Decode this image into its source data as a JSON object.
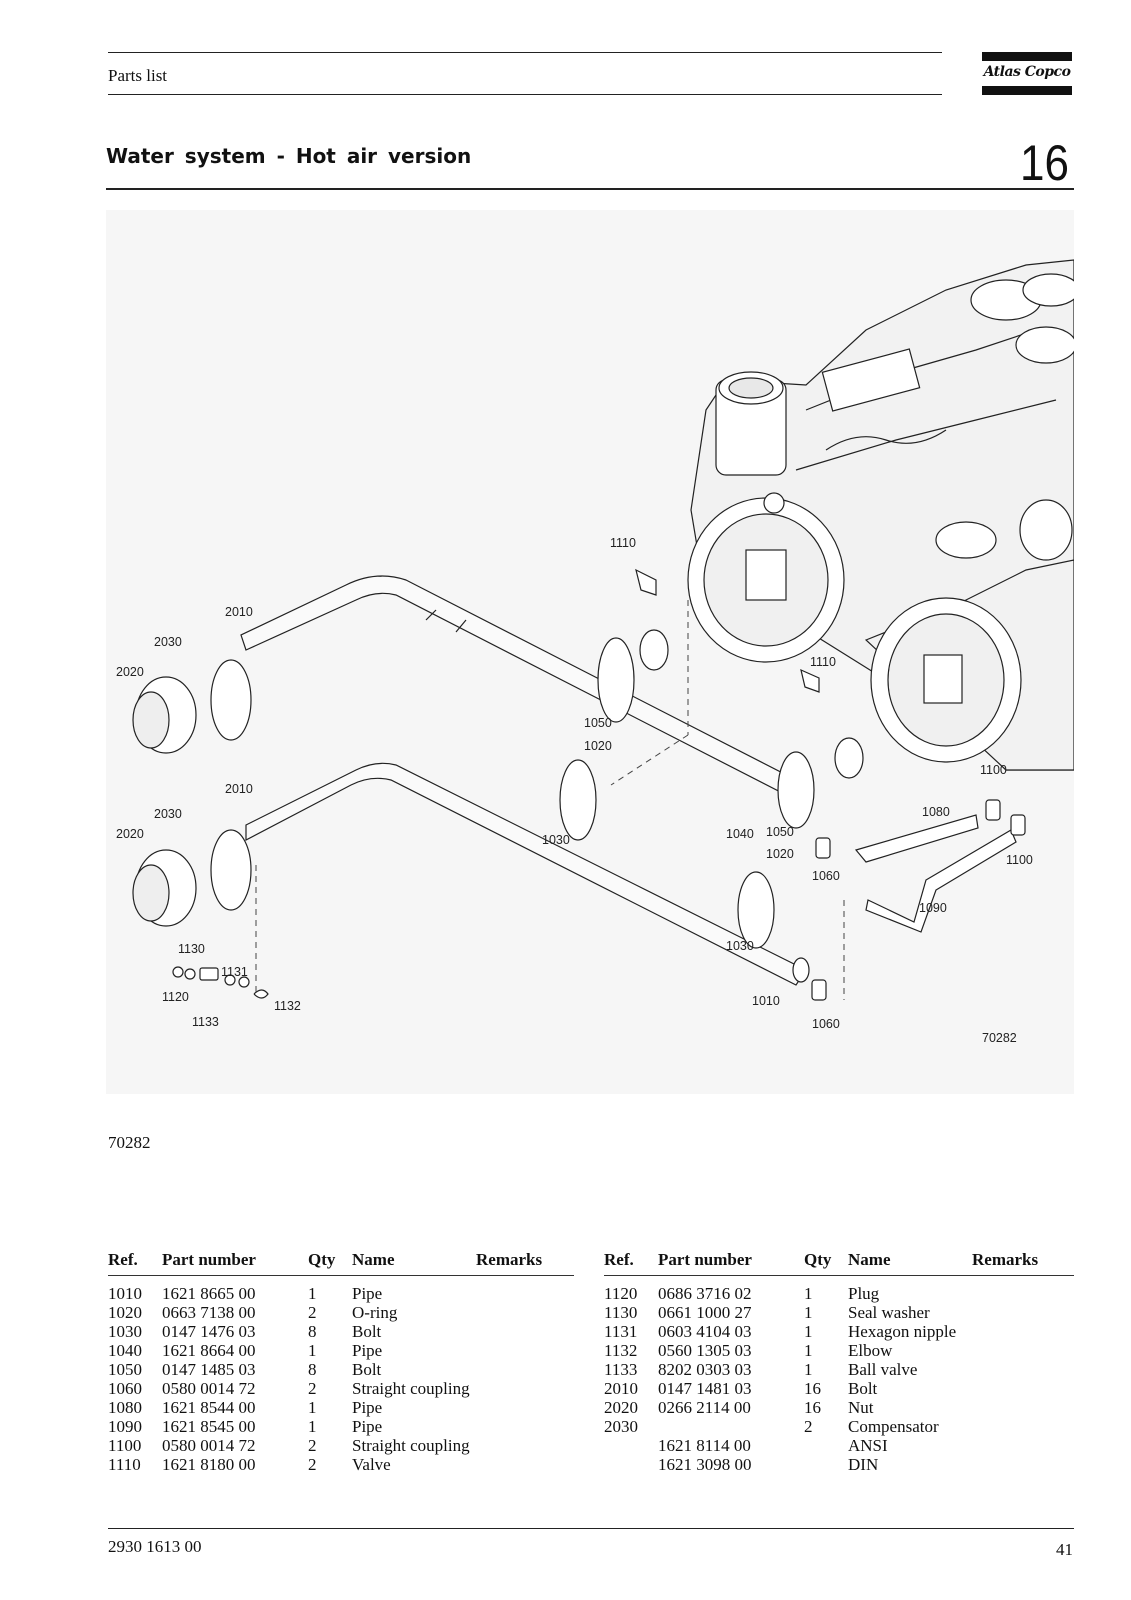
{
  "header": {
    "label": "Parts list",
    "logo_text": "Atlas Copco"
  },
  "title": "Water system - Hot air version",
  "section_number": "16",
  "figure": {
    "callouts": {
      "c1010": "1010",
      "c1020a": "1020",
      "c1020b": "1020",
      "c1030a": "1030",
      "c1030b": "1030",
      "c1040": "1040",
      "c1050a": "1050",
      "c1050b": "1050",
      "c1060a": "1060",
      "c1060b": "1060",
      "c1080": "1080",
      "c1090": "1090",
      "c1100a": "1100",
      "c1100b": "1100",
      "c1110a": "1110",
      "c1110b": "1110",
      "c1120": "1120",
      "c1130": "1130",
      "c1131": "1131",
      "c1132": "1132",
      "c1133": "1133",
      "c2010a": "2010",
      "c2010b": "2010",
      "c2020a": "2020",
      "c2020b": "2020",
      "c2030a": "2030",
      "c2030b": "2030",
      "drawing_no": "70282"
    },
    "caption": "70282"
  },
  "table_headers": {
    "ref": "Ref.",
    "part_number": "Part number",
    "qty": "Qty",
    "name": "Name",
    "remarks": "Remarks"
  },
  "parts_left": [
    {
      "ref": "1010",
      "part_number": "1621 8665 00",
      "qty": "1",
      "name": "Pipe",
      "remarks": ""
    },
    {
      "ref": "1020",
      "part_number": "0663 7138 00",
      "qty": "2",
      "name": "O-ring",
      "remarks": ""
    },
    {
      "ref": "1030",
      "part_number": "0147 1476 03",
      "qty": "8",
      "name": "Bolt",
      "remarks": ""
    },
    {
      "ref": "1040",
      "part_number": "1621 8664 00",
      "qty": "1",
      "name": "Pipe",
      "remarks": ""
    },
    {
      "ref": "1050",
      "part_number": "0147 1485 03",
      "qty": "8",
      "name": "Bolt",
      "remarks": ""
    },
    {
      "ref": "1060",
      "part_number": "0580 0014 72",
      "qty": "2",
      "name": "Straight coupling",
      "remarks": ""
    },
    {
      "ref": "1080",
      "part_number": "1621 8544 00",
      "qty": "1",
      "name": "Pipe",
      "remarks": ""
    },
    {
      "ref": "1090",
      "part_number": "1621 8545 00",
      "qty": "1",
      "name": "Pipe",
      "remarks": ""
    },
    {
      "ref": "1100",
      "part_number": "0580 0014 72",
      "qty": "2",
      "name": "Straight coupling",
      "remarks": ""
    },
    {
      "ref": "1110",
      "part_number": "1621 8180 00",
      "qty": "2",
      "name": "Valve",
      "remarks": ""
    }
  ],
  "parts_right": [
    {
      "ref": "1120",
      "part_number": "0686 3716 02",
      "qty": "1",
      "name": "Plug",
      "remarks": ""
    },
    {
      "ref": "1130",
      "part_number": "0661 1000 27",
      "qty": "1",
      "name": "Seal washer",
      "remarks": ""
    },
    {
      "ref": "1131",
      "part_number": "0603 4104 03",
      "qty": "1",
      "name": "Hexagon nipple",
      "remarks": ""
    },
    {
      "ref": "1132",
      "part_number": "0560 1305 03",
      "qty": "1",
      "name": "Elbow",
      "remarks": ""
    },
    {
      "ref": "1133",
      "part_number": "8202 0303 03",
      "qty": "1",
      "name": "Ball valve",
      "remarks": ""
    },
    {
      "ref": "2010",
      "part_number": "0147 1481 03",
      "qty": "16",
      "name": "Bolt",
      "remarks": ""
    },
    {
      "ref": "2020",
      "part_number": "0266 2114 00",
      "qty": "16",
      "name": "Nut",
      "remarks": ""
    },
    {
      "ref": "2030",
      "part_number": "",
      "qty": "2",
      "name": "Compensator",
      "remarks": ""
    },
    {
      "ref": "",
      "part_number": "1621 8114 00",
      "qty": "",
      "name": "ANSI",
      "remarks": ""
    },
    {
      "ref": "",
      "part_number": "1621 3098 00",
      "qty": "",
      "name": "DIN",
      "remarks": ""
    }
  ],
  "footer": {
    "doc_number": "2930 1613 00",
    "page_number": "41"
  }
}
